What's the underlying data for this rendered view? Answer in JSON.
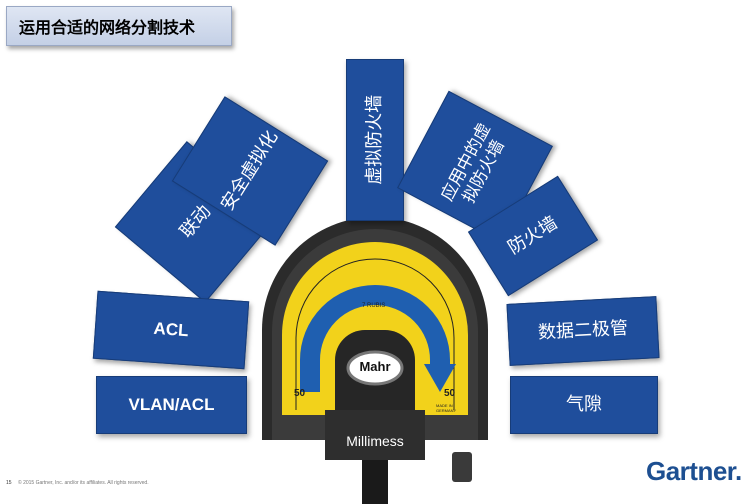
{
  "slide": {
    "title": "运用合适的网络分割技术",
    "page_number": "15",
    "copyright": "© 2015 Gartner, Inc. and/or its affiliates. All rights reserved.",
    "logo": "Gartner",
    "logo_dot": "."
  },
  "tiles": {
    "linkage": "联动",
    "secure_virtualization": "安全虚拟化",
    "virtual_firewall": "虚拟防火墙",
    "app_virtual_firewall": "应用中的虚拟防火墙",
    "firewall": "防火墙",
    "acl": "ACL",
    "data_diode": "数据二极管",
    "vlan_acl": "VLAN/ACL",
    "air_gap": "气隙"
  },
  "gauge": {
    "brand": "Mahr",
    "model": "Millimess",
    "scale_left": "50",
    "scale_right": "50",
    "scale_top": "7 RUBIS",
    "made_in": "MADE IN GERMANY",
    "colors": {
      "body": "#2b2b2b",
      "dial": "#f2d21b",
      "arrow": "#1f5fb0"
    }
  },
  "colors": {
    "tile": "#1f4e9c",
    "title_bg": "#c9d4e8"
  }
}
